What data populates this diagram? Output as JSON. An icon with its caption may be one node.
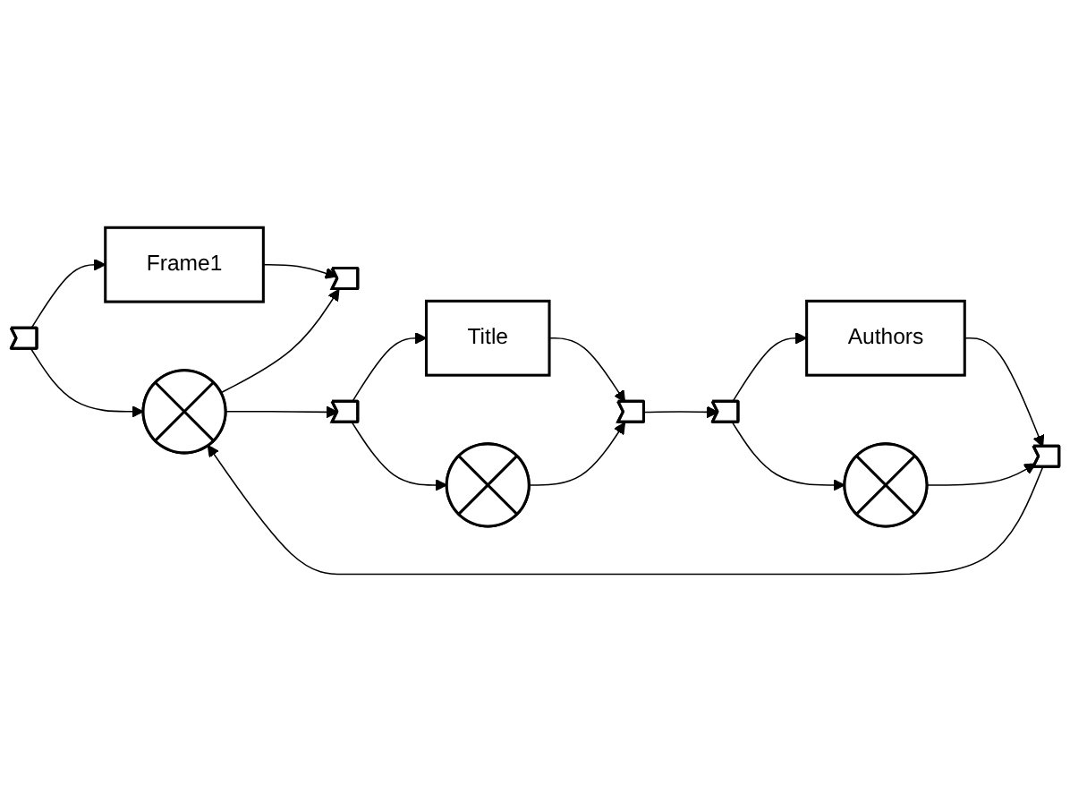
{
  "diagram": {
    "nodes": [
      {
        "text": [],
        "shape": "chevron"
      },
      {
        "text": [
          "Frame1"
        ]
      },
      {
        "text": [],
        "shape": "chevron"
      },
      {
        "text": [],
        "shape": "circle"
      },
      {
        "text": [],
        "shape": "chevron"
      },
      {
        "text": [
          "Title"
        ]
      },
      {
        "text": [],
        "shape": "chevron"
      },
      {
        "text": [],
        "shape": "chevron"
      },
      {
        "text": [
          "Authors"
        ]
      },
      {
        "text": [],
        "shape": "chevron"
      },
      {
        "text": [],
        "shape": "circle"
      },
      {
        "text": [],
        "shape": "circle"
      }
    ],
    "edges": [
      {
        "from": 0,
        "to": 1,
        "arrow": "to"
      },
      {
        "from": 1,
        "to": 2,
        "arrow": "to"
      },
      {
        "from": 0,
        "to": 3,
        "arrow": "to"
      },
      {
        "from": 3,
        "to": 2,
        "arrow": "to"
      },
      {
        "from": 3,
        "to": 4,
        "arrow": "to"
      },
      {
        "from": 4,
        "to": 5,
        "arrow": "to"
      },
      {
        "from": 5,
        "to": 6,
        "arrow": "to"
      },
      {
        "from": 4,
        "to": 10,
        "arrow": "to"
      },
      {
        "from": 10,
        "to": 6,
        "arrow": "to"
      },
      {
        "from": 6,
        "to": 7,
        "arrow": "to"
      },
      {
        "from": 7,
        "to": 8,
        "arrow": "to"
      },
      {
        "from": 8,
        "to": 9,
        "arrow": "to"
      },
      {
        "from": 7,
        "to": 11,
        "arrow": "to"
      },
      {
        "from": 11,
        "to": 9,
        "arrow": "to"
      },
      {
        "from": 9,
        "to": 3,
        "arrow": "to"
      }
    ]
  }
}
